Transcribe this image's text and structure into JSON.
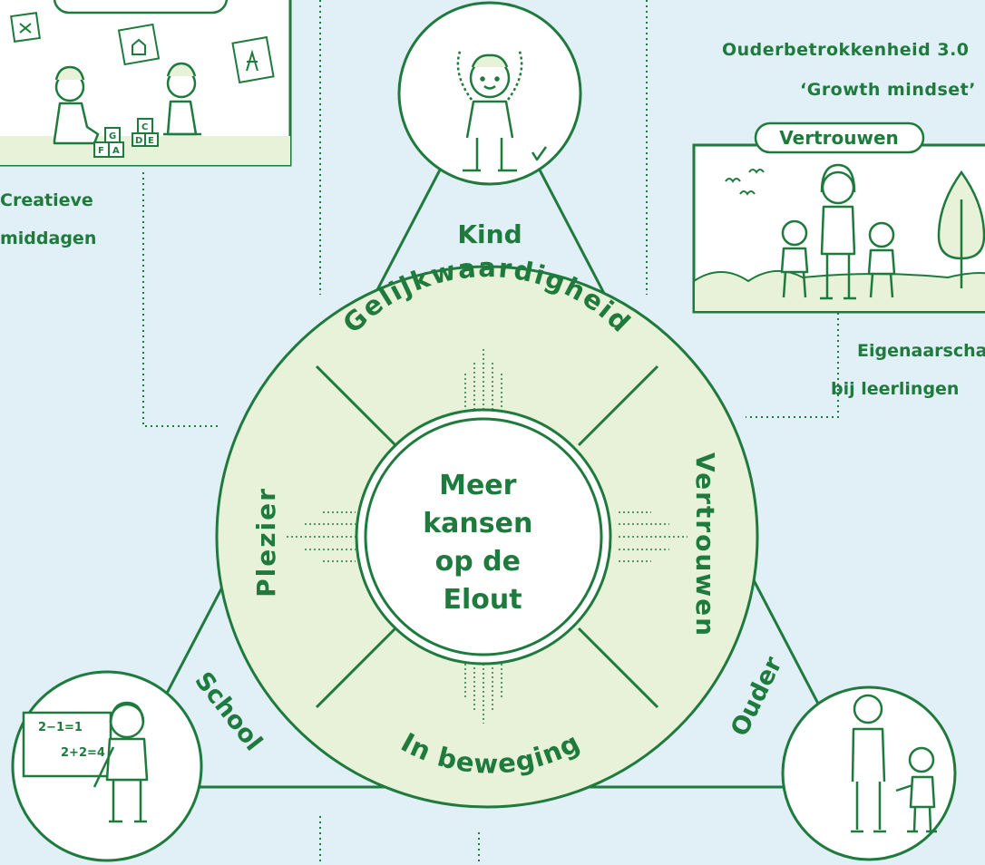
{
  "center": {
    "lines": [
      "Meer",
      "kansen",
      "op de",
      "Elout"
    ]
  },
  "ring": {
    "top": "Gelijkwaardigheid",
    "right": "Vertrouwen",
    "bottom": "In beweging",
    "left": "Plezier"
  },
  "corners": {
    "top": "Kind",
    "left": "School",
    "right": "Ouder"
  },
  "left_panel": {
    "caption_line1": "Creatieve",
    "caption_line2": "middagen",
    "blocks": [
      "G",
      "F",
      "A",
      "C",
      "D",
      "E"
    ]
  },
  "right_panel": {
    "heading_line1": "Ouderbetrokkenheid 3.0",
    "heading_line2": "‘Growth mindset’",
    "badge": "Vertrouwen",
    "caption_line1": "Eigenaarschap",
    "caption_line2": "bij leerlingen"
  },
  "board": {
    "line1": "2−1=1",
    "line2": "2+2=4"
  },
  "colors": {
    "background": "#e1eff6",
    "green": "#1f7a3d",
    "ring_fill": "#e8f2d8",
    "white": "#ffffff"
  }
}
